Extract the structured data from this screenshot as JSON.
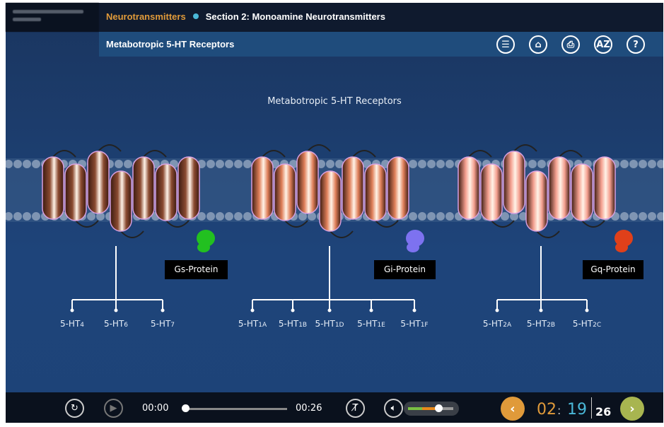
{
  "header": {
    "breadcrumb_course": "Neurotransmitters",
    "breadcrumb_section": "Section 2: Monoamine Neurotransmitters",
    "subtitle": "Metabotropic 5-HT Receptors",
    "toolbar": [
      {
        "name": "menu-icon",
        "glyph": "☰"
      },
      {
        "name": "home-icon",
        "glyph": "⌂"
      },
      {
        "name": "print-icon",
        "glyph": "⎙"
      },
      {
        "name": "glossary-icon",
        "glyph": "AZ"
      },
      {
        "name": "help-icon",
        "glyph": "?"
      }
    ]
  },
  "stage": {
    "title": "Metabotropic 5-HT Receptors",
    "groups": [
      {
        "protein": "Gs-Protein",
        "protein_color": "#22c020",
        "helix_color": "#8a4a30",
        "receptors": [
          {
            "base": "5-HT",
            "sub": "4"
          },
          {
            "base": "5-HT",
            "sub": "6"
          },
          {
            "base": "5-HT",
            "sub": "7"
          }
        ]
      },
      {
        "protein": "Gi-Protein",
        "protein_color": "#7d72f0",
        "helix_color": "#e0805a",
        "receptors": [
          {
            "base": "5-HT",
            "sub": "1A"
          },
          {
            "base": "5-HT",
            "sub": "1B"
          },
          {
            "base": "5-HT",
            "sub": "1D"
          },
          {
            "base": "5-HT",
            "sub": "1E"
          },
          {
            "base": "5-HT",
            "sub": "1F"
          }
        ]
      },
      {
        "protein": "Gq-Protein",
        "protein_color": "#e0401a",
        "helix_color": "#f5a090",
        "receptors": [
          {
            "base": "5-HT",
            "sub": "2A"
          },
          {
            "base": "5-HT",
            "sub": "2B"
          },
          {
            "base": "5-HT",
            "sub": "2C"
          }
        ]
      }
    ]
  },
  "player": {
    "current_time": "00:00",
    "duration": "00:26",
    "progress": 0,
    "volume": 0.6,
    "page_current": "02",
    "page_sub": "19",
    "page_total": "26",
    "colors": {
      "prev": "#e09a3a",
      "next": "#a8b550"
    }
  }
}
